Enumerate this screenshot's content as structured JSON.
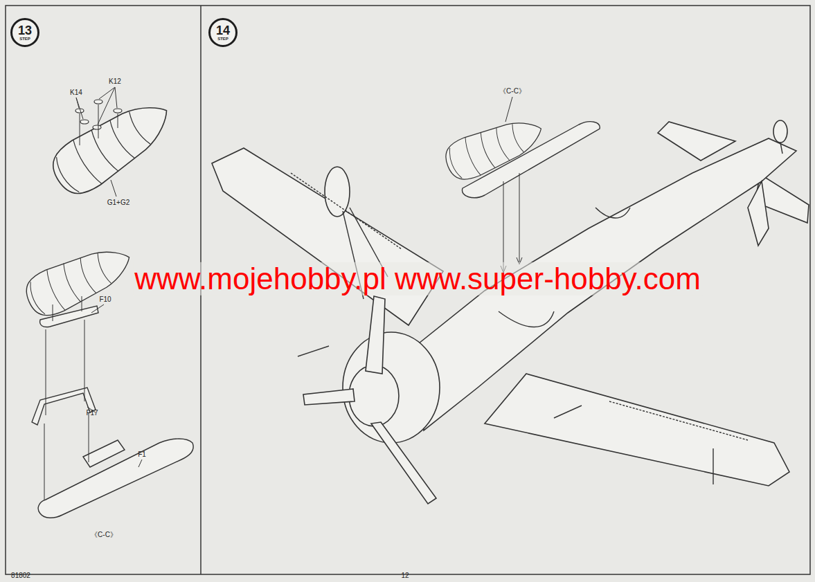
{
  "diagram": {
    "nodes": [
      {
        "text": [
          "13",
          "STEP"
        ]
      },
      {
        "text": [
          "14",
          "STEP"
        ]
      }
    ],
    "labels": [
      "K14",
      "K12",
      "G1+G2",
      "F10",
      "F17",
      "F1",
      "《C-C》",
      "《C-C》",
      "www.mojehobby.pl www.super-hobby.com",
      "81802",
      "12"
    ]
  }
}
